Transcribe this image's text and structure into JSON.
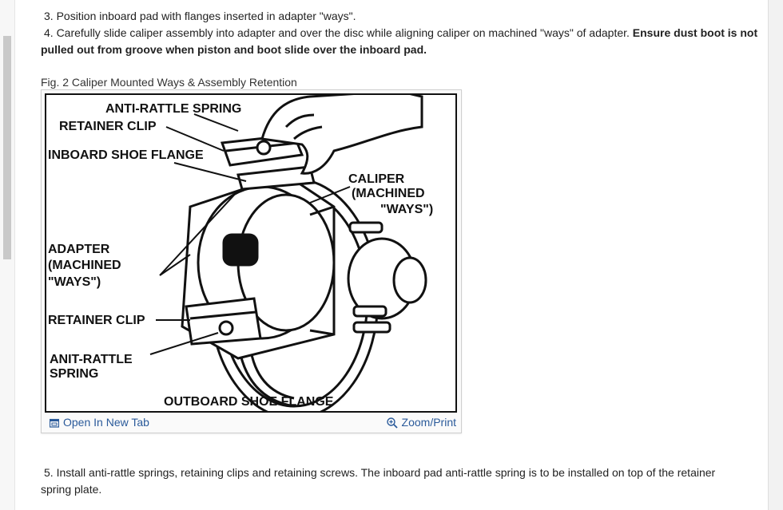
{
  "steps": {
    "step3": "3. Position inboard pad with flanges inserted in adapter \"ways\".",
    "step4_normal": "4. Carefully slide caliper assembly into adapter and over the disc while aligning caliper on machined \"ways\" of adapter. ",
    "step4_bold": "Ensure dust boot is not pulled out from groove when piston and boot slide over the inboard pad.",
    "step5": "5. Install anti-rattle springs, retaining clips and retaining screws. The inboard pad anti-rattle spring is to be installed on top of the retainer spring plate."
  },
  "figure": {
    "caption": "Fig. 2 Caliper Mounted Ways & Assembly Retention",
    "labels": {
      "anti_rattle_spring_top": "ANTI-RATTLE SPRING",
      "retainer_clip_top": "RETAINER CLIP",
      "inboard_shoe_flange": "INBOARD SHOE FLANGE",
      "caliper_1": "CALIPER",
      "caliper_2": "(MACHINED",
      "caliper_3": "\"WAYS\")",
      "adapter_1": "ADAPTER",
      "adapter_2": "(MACHINED",
      "adapter_3": "\"WAYS\")",
      "retainer_clip_bottom": "RETAINER CLIP",
      "anti_rattle_bottom_1": "ANIT-RATTLE",
      "anti_rattle_bottom_2": "SPRING",
      "outboard_shoe_flange": "OUTBOARD SHOE FLANGE"
    },
    "open_in_new_tab": "Open In New Tab",
    "zoom_print": "Zoom/Print",
    "link_color": "#2a5a9a"
  }
}
